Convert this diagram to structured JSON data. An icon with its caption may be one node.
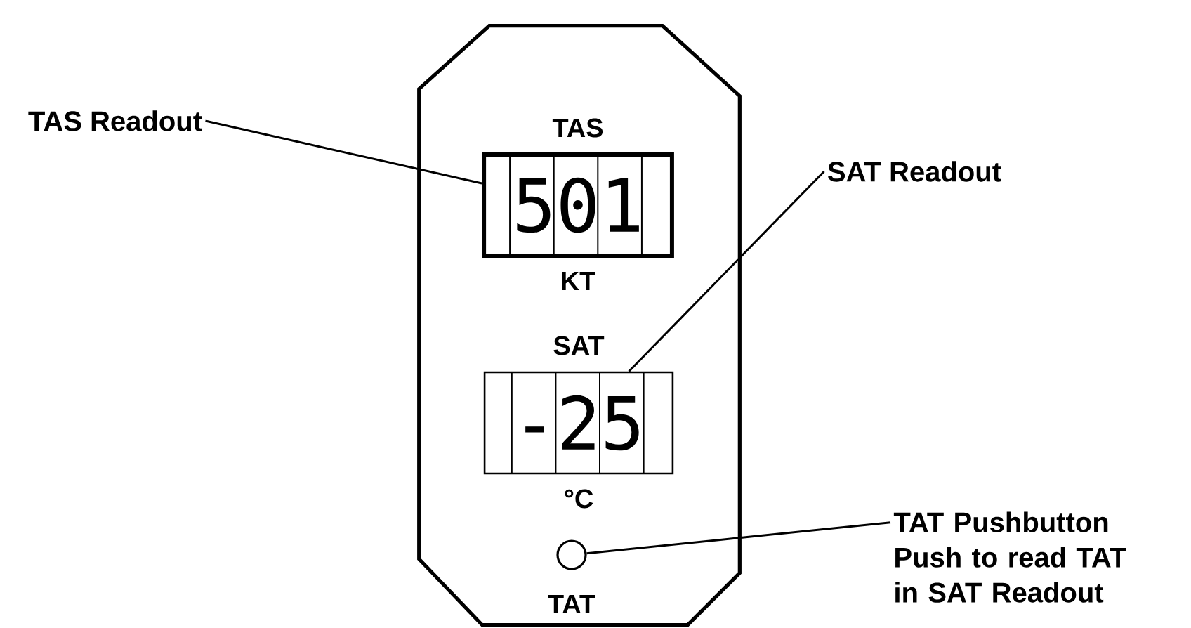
{
  "diagram": {
    "nodes": [
      {
        "text": [],
        "shape": "octagon"
      },
      {
        "text": [
          "501"
        ],
        "in": 0,
        "beside": [
          "TAS",
          "KT"
        ]
      },
      {
        "text": [
          "-25"
        ],
        "in": 0,
        "beside": [
          "SAT",
          "°C"
        ]
      },
      {
        "text": [],
        "shape": "circle",
        "in": 0,
        "beside": [
          "TAT"
        ]
      },
      {
        "text": [
          "TAS Readout"
        ]
      },
      {
        "text": [
          "SAT Readout"
        ]
      },
      {
        "text": [
          "TAT Pushbutton",
          "Push to read TAT in SAT Readout"
        ]
      }
    ],
    "edges": [
      {
        "from": 4,
        "to": 1,
        "arrow": "none"
      },
      {
        "from": 5,
        "to": 2,
        "arrow": "none"
      },
      {
        "from": 6,
        "to": 3,
        "arrow": "none"
      }
    ]
  }
}
